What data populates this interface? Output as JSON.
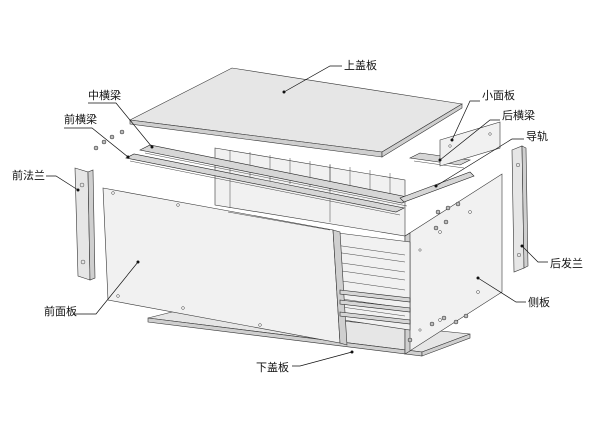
{
  "labels": {
    "top_cover": "上盖板",
    "middle_beam": "中横梁",
    "front_beam": "前横梁",
    "small_panel": "小面板",
    "rear_beam": "后横梁",
    "guide_rail": "导轨",
    "front_flange": "前法兰",
    "rear_flange": "后发兰",
    "front_panel": "前面板",
    "side_panel": "侧板",
    "bottom_cover": "下盖板"
  }
}
